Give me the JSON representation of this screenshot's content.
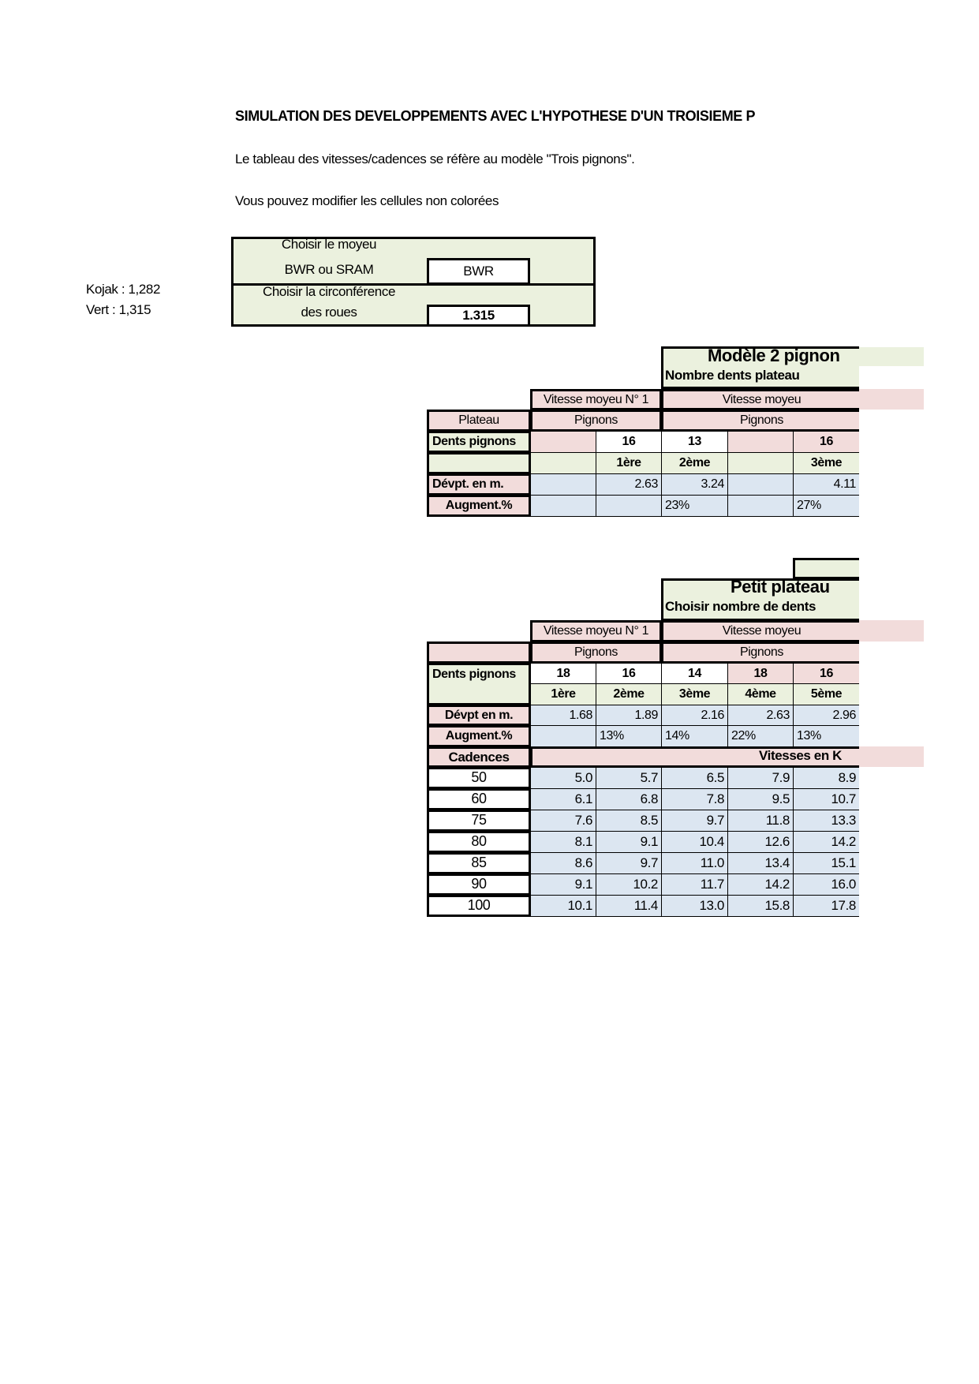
{
  "header": {
    "title": "SIMULATION DES DEVELOPPEMENTS AVEC L'HYPOTHESE D'UN TROISIEME P",
    "line1": "Le tableau des vitesses/cadences se réfère au modèle \"Trois pignons\".",
    "line2": "Vous pouvez modifier les cellules non colorées"
  },
  "notes": [
    "Kojak : 1,282",
    "Vert : 1,315"
  ],
  "settings": {
    "hub_label_1": "Choisir le moyeu",
    "hub_label_2": "BWR ou SRAM",
    "hub_value": "BWR",
    "circ_label_1": "Choisir la circonférence",
    "circ_label_2": "des roues",
    "circ_value": "1.315"
  },
  "model2": {
    "title": "Modèle 2 pignon",
    "subtitle": "Nombre dents plateau",
    "group1": "Vitesse moyeu N° 1",
    "group2": "Vitesse moyeu",
    "plateau_label": "Plateau",
    "pignons_label": "Pignons",
    "dents_label": "Dents pignons",
    "teeth": [
      "",
      "16",
      "13",
      "",
      "16"
    ],
    "ranks": [
      "",
      "1ère",
      "2ème",
      "",
      "3ème"
    ],
    "dev_label": "Dévpt. en m.",
    "dev": [
      "",
      "2.63",
      "3.24",
      "",
      "4.11"
    ],
    "aug_label": "Augment.%",
    "aug": [
      "",
      "",
      "23%",
      "",
      "27%"
    ]
  },
  "small": {
    "title": "Petit plateau",
    "subtitle": "Choisir nombre de dents",
    "group1": "Vitesse moyeu N° 1",
    "group2": "Vitesse moyeu",
    "pignons_label": "Pignons",
    "dents_label": "Dents pignons",
    "teeth": [
      "18",
      "16",
      "14",
      "18",
      "16"
    ],
    "ranks": [
      "1ère",
      "2ème",
      "3ème",
      "4ème",
      "5ème"
    ],
    "dev_label": "Dévpt en m.",
    "dev": [
      "1.68",
      "1.89",
      "2.16",
      "2.63",
      "2.96"
    ],
    "aug_label": "Augment.%",
    "aug": [
      "",
      "13%",
      "14%",
      "22%",
      "13%"
    ],
    "cad_label": "Cadences",
    "speeds_label": "Vitesses en K",
    "rows": [
      {
        "cadence": "50",
        "speeds": [
          "5.0",
          "5.7",
          "6.5",
          "7.9",
          "8.9"
        ]
      },
      {
        "cadence": "60",
        "speeds": [
          "6.1",
          "6.8",
          "7.8",
          "9.5",
          "10.7"
        ]
      },
      {
        "cadence": "75",
        "speeds": [
          "7.6",
          "8.5",
          "9.7",
          "11.8",
          "13.3"
        ]
      },
      {
        "cadence": "80",
        "speeds": [
          "8.1",
          "9.1",
          "10.4",
          "12.6",
          "14.2"
        ]
      },
      {
        "cadence": "85",
        "speeds": [
          "8.6",
          "9.7",
          "11.0",
          "13.4",
          "15.1"
        ]
      },
      {
        "cadence": "90",
        "speeds": [
          "9.1",
          "10.2",
          "11.7",
          "14.2",
          "16.0"
        ]
      },
      {
        "cadence": "100",
        "speeds": [
          "10.1",
          "11.4",
          "13.0",
          "15.8",
          "17.8"
        ]
      }
    ]
  }
}
